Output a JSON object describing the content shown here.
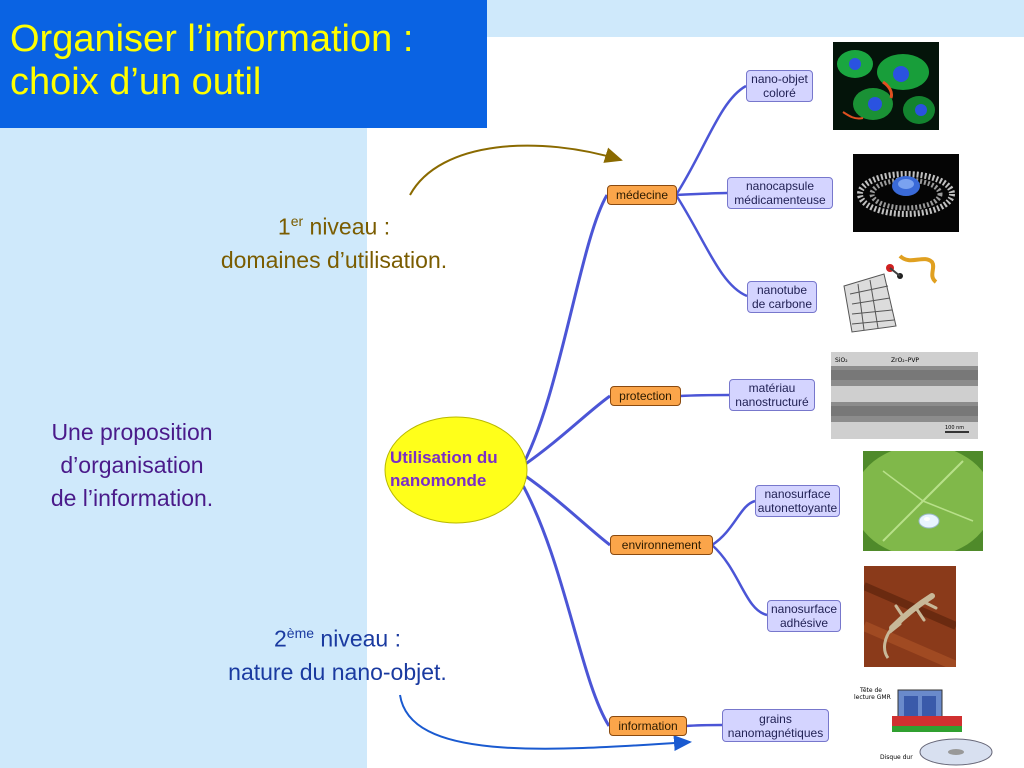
{
  "slide": {
    "title": "Organiser l’information :\nchoix d’un outil",
    "caption_level1": {
      "num": "1",
      "sup": "er",
      "rest": " niveau :",
      "line2": "domaines d’utilisation."
    },
    "caption_proposal": {
      "line1": "Une proposition",
      "line2": "d’organisation",
      "line3": "de l’information."
    },
    "caption_level2": {
      "num": "2",
      "sup": "ème",
      "rest": " niveau :",
      "line2": "nature du nano-objet."
    }
  },
  "mindmap": {
    "root": "Utilisation du\nnanomonde",
    "domains": {
      "medecine": "médecine",
      "protection": "protection",
      "environnement": "environnement",
      "information": "information"
    },
    "objects": {
      "nano_objet": {
        "line1": "nano-objet",
        "line2": "coloré"
      },
      "nanocapsule": {
        "line1": "nanocapsule",
        "line2": "médicamenteuse"
      },
      "nanotube": {
        "line1": "nanotube",
        "line2": "de carbone"
      },
      "materiau": {
        "line1": "matériau",
        "line2": "nanostructuré"
      },
      "nanosurface_auto": {
        "line1": "nanosurface",
        "line2": "autonettoyante"
      },
      "nanosurface_adh": {
        "line1": "nanosurface",
        "line2": "adhésive"
      },
      "grains": {
        "line1": "grains",
        "line2": "nanomagnétiques"
      }
    }
  },
  "images": {
    "sem_labels": {
      "left": "SiO₂",
      "top": "ZrO₂–PVP",
      "scale": "100 nm"
    },
    "gmr_labels": {
      "head_line1": "Tête de",
      "head_line2": "lecture GMR",
      "disk": "Disque dur"
    }
  },
  "colors": {
    "title_bg": "#0a63e3",
    "title_text": "#ffff00",
    "panel_bg": "#cfe9fb",
    "branch": "#4b55d6",
    "level1_fill": "#fba54a",
    "level2_fill": "#d4d4ff",
    "root_fill": "#ffff1a",
    "root_text": "#7a2ec8"
  }
}
